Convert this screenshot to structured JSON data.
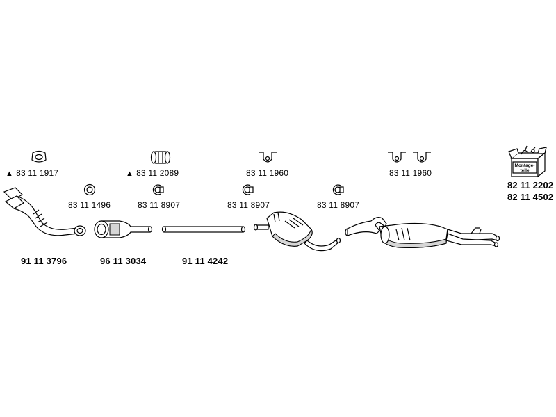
{
  "small_parts": {
    "rubber_mount_1": "83 11 1917",
    "clamp_1": "83 11 2089",
    "hanger_1": "83 11 1960",
    "hanger_2": "83 11 1960",
    "ring": "83 11 1496",
    "clamp_2": "83 11 8907",
    "clamp_3": "83 11 8907",
    "clamp_4": "83 11 8907"
  },
  "main_parts": {
    "front_pipe": "91 11 3796",
    "catalytic_converter": "96 11 3034",
    "middle_pipe": "91 11 4242"
  },
  "kit": {
    "label_line1": "Montage-",
    "label_line2": "teile",
    "number_1": "82 11 2202",
    "number_2": "82 11 4502"
  },
  "colors": {
    "stroke": "#000000",
    "shade": "#d6d6d6",
    "background": "#ffffff"
  }
}
